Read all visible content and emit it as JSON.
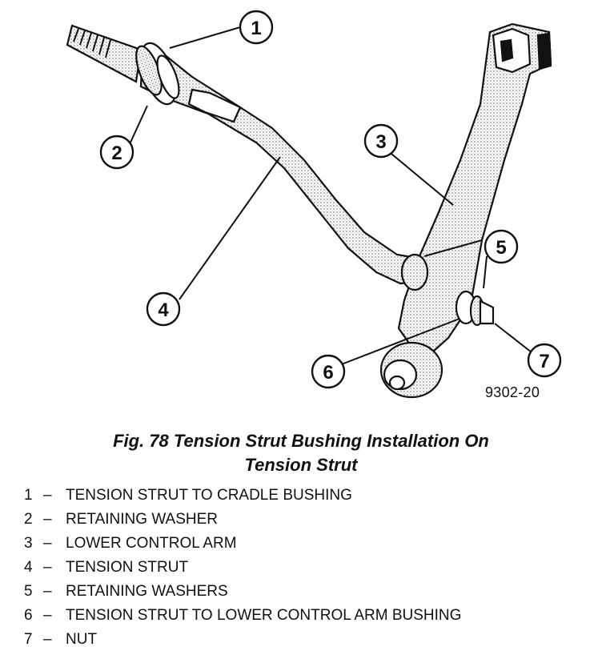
{
  "figure": {
    "code": "9302-20",
    "callouts": [
      "1",
      "2",
      "3",
      "4",
      "5",
      "6",
      "7"
    ]
  },
  "caption": {
    "line1": "Fig. 78 Tension Strut Bushing Installation On",
    "line2": "Tension Strut"
  },
  "legend": [
    {
      "num": "1",
      "dash": "–",
      "text": "TENSION STRUT TO CRADLE BUSHING"
    },
    {
      "num": "2",
      "dash": "–",
      "text": "RETAINING WASHER"
    },
    {
      "num": "3",
      "dash": "–",
      "text": "LOWER CONTROL ARM"
    },
    {
      "num": "4",
      "dash": "–",
      "text": "TENSION STRUT"
    },
    {
      "num": "5",
      "dash": "–",
      "text": "RETAINING WASHERS"
    },
    {
      "num": "6",
      "dash": "–",
      "text": "TENSION STRUT TO LOWER CONTROL ARM BUSHING"
    },
    {
      "num": "7",
      "dash": "–",
      "text": "NUT"
    }
  ]
}
